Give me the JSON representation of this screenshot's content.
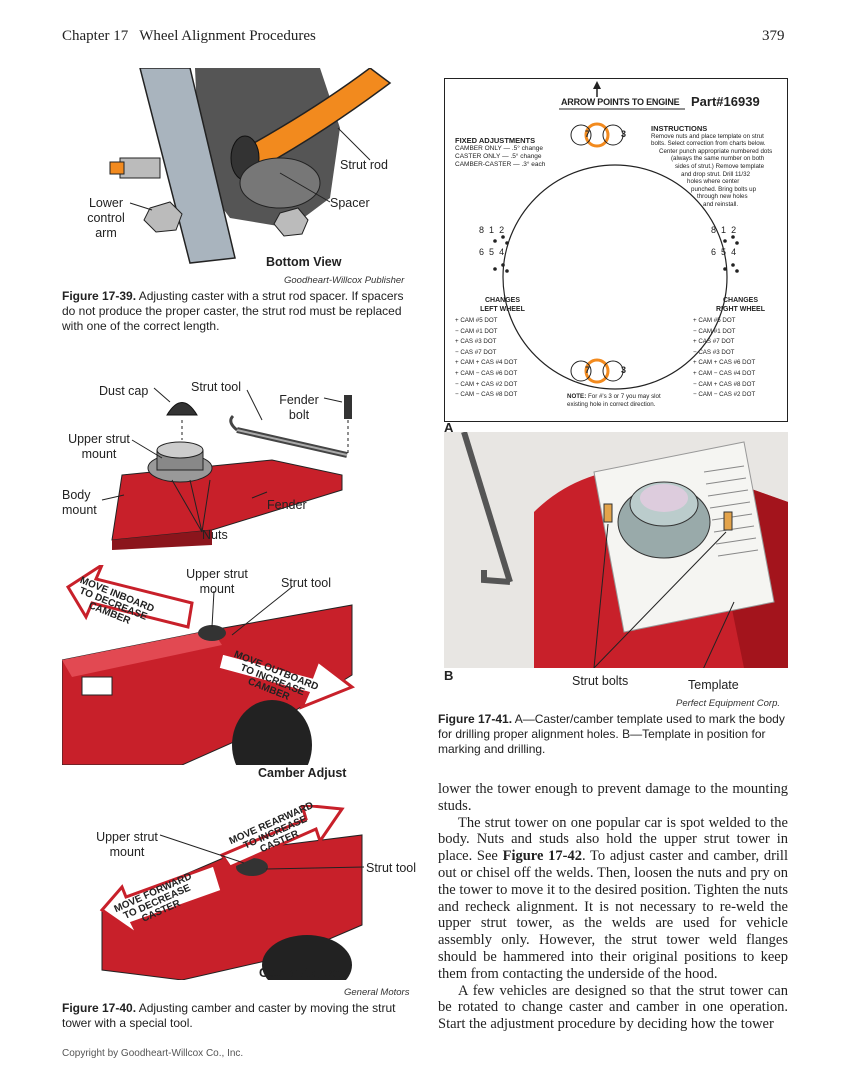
{
  "header": {
    "chapter": "Chapter 17",
    "title": "Wheel Alignment Procedures",
    "page": "379"
  },
  "fig39": {
    "labels": {
      "strut_rod": "Strut rod",
      "spacer": "Spacer",
      "lower_control_arm": "Lower control arm",
      "bottom_view": "Bottom View"
    },
    "credit": "Goodheart-Willcox Publisher",
    "caption_num": "Figure 17-39.",
    "caption": "Adjusting caster with a strut rod spacer. If spacers do not produce the proper caster, the strut rod must be replaced with one of the correct length."
  },
  "fig40": {
    "labels": {
      "dust_cap": "Dust cap",
      "strut_tool": "Strut tool",
      "fender_bolt": "Fender bolt",
      "upper_strut_mount": "Upper strut mount",
      "body_mount": "Body mount",
      "fender": "Fender",
      "nuts": "Nuts"
    },
    "camber": {
      "upper_strut_mount": "Upper strut mount",
      "strut_tool": "Strut tool",
      "arrow_in": [
        "MOVE INBOARD",
        "TO DECREASE",
        "CAMBER"
      ],
      "arrow_out": [
        "MOVE OUTBOARD",
        "TO INCREASE",
        "CAMBER"
      ],
      "title": "Camber Adjust"
    },
    "caster": {
      "upper_strut_mount": "Upper strut mount",
      "strut_tool": "Strut tool",
      "arrow_rear": [
        "MOVE REARWARD",
        "TO INCREASE",
        "CASTER"
      ],
      "arrow_fwd": [
        "MOVE FORWARD",
        "TO DECREASE",
        "CASTER"
      ],
      "title": "Caster Adjust"
    },
    "credit": "General Motors",
    "caption_num": "Figure 17-40.",
    "caption": "Adjusting camber and caster by moving the strut tower with a special tool."
  },
  "fig41": {
    "template": {
      "arrow_text": "ARROW POINTS TO ENGINE",
      "part": "Part#16939",
      "fixed_title": "FIXED ADJUSTMENTS",
      "fixed_lines": [
        "CAMBER ONLY — .5° change",
        "CASTER ONLY — .5° change",
        "CAMBER-CASTER — .3° each"
      ],
      "instr_title": "INSTRUCTIONS",
      "instr_lines": [
        "Remove nuts and place template on strut",
        "bolts. Select correction from charts below.",
        "Center punch appropriate numbered dots",
        "(always the same number on both",
        "sides of strut.) Remove template",
        "and drop strut. Drill 11/32",
        "holes where center",
        "punched. Bring bolts up",
        "through new holes",
        "and reinstall."
      ],
      "left_title": [
        "CHANGES",
        "LEFT WHEEL"
      ],
      "left_lines": [
        "+ CAM #5 DOT",
        "− CAM #1 DOT",
        "+ CAS #3 DOT",
        "− CAS #7 DOT",
        "+ CAM + CAS #4 DOT",
        "+ CAM − CAS #6 DOT",
        "− CAM + CAS #2 DOT",
        "− CAM − CAS #8 DOT"
      ],
      "right_title": [
        "CHANGES",
        "RIGHT WHEEL"
      ],
      "right_lines": [
        "+ CAM #5 DOT",
        "− CAM #1 DOT",
        "+ CAS #7 DOT",
        "− CAS #3 DOT",
        "+ CAM + CAS #6 DOT",
        "+ CAM − CAS #4 DOT",
        "− CAM + CAS #8 DOT",
        "− CAM − CAS #2 DOT"
      ],
      "note_bold": "NOTE:",
      "note": "For #'s 3 or 7 you may slot existing hole in correct direction.",
      "dot_7": "7",
      "dot_3": "3",
      "dot_numbers": [
        "1",
        "2",
        "4",
        "5",
        "6",
        "8"
      ]
    },
    "label_a": "A",
    "label_b": "B",
    "strut_bolts": "Strut bolts",
    "template_label": "Template",
    "credit": "Perfect Equipment Corp.",
    "caption_num": "Figure 17-41.",
    "caption": "A—Caster/camber template used to mark the body for drilling proper alignment holes. B—Template in position for marking and drilling."
  },
  "text": {
    "p1": "lower the tower enough to prevent damage to the mounting studs.",
    "p2_a": "The strut tower on one popular car is spot welded to the body. Nuts and studs also hold the upper strut tower in place. See ",
    "p2_ref": "Figure 17-42",
    "p2_b": ". To adjust caster and camber, drill out or chisel off the welds. Then, loosen the nuts and pry on the tower to move it to the desired position. Tighten the nuts and recheck alignment. It is not necessary to re-weld the upper strut tower, as the welds are used for vehicle assembly only. However, the strut tower weld flanges should be hammered into their original positions to keep them from contacting the underside of the hood.",
    "p3": "A few vehicles are designed so that the strut tower can be rotated to change caster and camber in one operation. Start the adjustment procedure by deciding how the tower"
  },
  "footer": {
    "copyright": "Copyright by Goodheart-Willcox Co., Inc."
  },
  "colors": {
    "red": "#c8202a",
    "orange": "#f28a1e",
    "gray": "#8e9aa6"
  }
}
